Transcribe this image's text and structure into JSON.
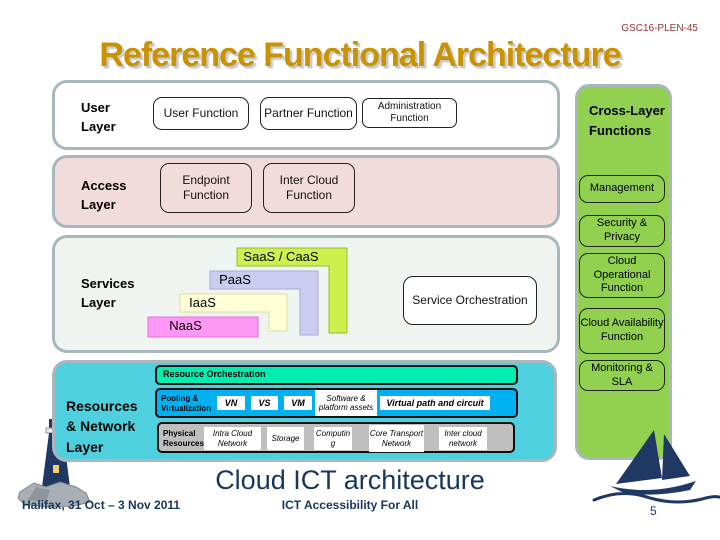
{
  "slide": {
    "doc_ref": "GSC16-PLEN-45",
    "title": "Reference Functional Architecture",
    "caption": "Cloud ICT architecture",
    "footer": {
      "left": "Halifax, 31 Oct – 3 Nov 2011",
      "center": "ICT Accessibility For All",
      "page": "5"
    }
  },
  "user_layer": {
    "label": "User Layer",
    "boxes": [
      "User Function",
      "Partner Function",
      "Administration Function"
    ]
  },
  "access_layer": {
    "label": "Access Layer",
    "boxes": [
      "Endpoint Function",
      "Inter Cloud Function"
    ]
  },
  "services_layer": {
    "label": "Services Layer",
    "stack": [
      "SaaS / CaaS",
      "PaaS",
      "IaaS",
      "NaaS"
    ],
    "orchestration": "Service Orchestration"
  },
  "resources_layer": {
    "label": "Resources & Network Layer",
    "orchestration": "Resource Orchestration",
    "pooling": {
      "label": "Pooling & Virtualization",
      "chips": [
        "VN",
        "VS",
        "VM",
        "Software & platform assets",
        "Virtual path and circuit"
      ]
    },
    "physical": {
      "label": "Physical Resources",
      "chips": [
        "Intra Cloud Network",
        "Storage",
        "Computing",
        "Core Transport Network",
        "Inter cloud network"
      ]
    }
  },
  "cross_layer": {
    "label": "Cross-Layer Functions",
    "boxes": [
      "Management",
      "Security & Privacy",
      "Cloud Operational Function",
      "Cloud Availability Function",
      "Monitoring & SLA"
    ]
  },
  "colors": {
    "title_gold": "#C99200",
    "doc_ref_red": "#993333",
    "navy": "#1F3864",
    "access_pink": "#F2DCDB",
    "resources_cyan": "#4FD0DE",
    "cross_green": "#92D050",
    "saas_green": "#CDF04D",
    "paas_lavender": "#CCCCF0",
    "iaas_cream": "#FFFFD6",
    "naas_pink": "#FF97F5",
    "orchestration_mint": "#00EFB0",
    "pooling_blue": "#00B0F0",
    "physical_gray": "#BFBFBF"
  }
}
